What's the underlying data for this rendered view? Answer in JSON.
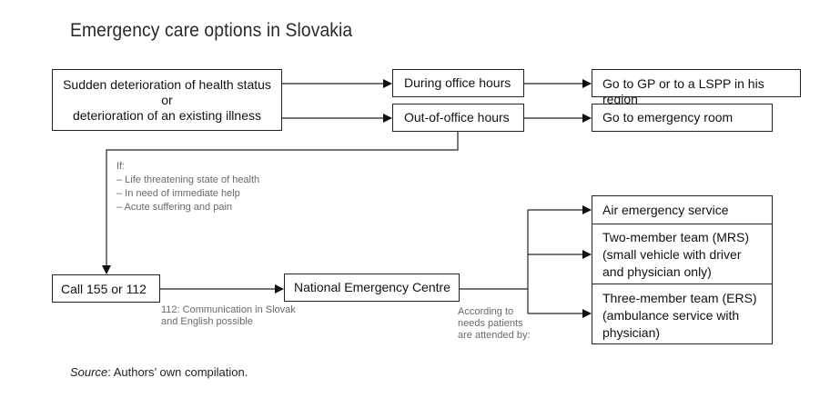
{
  "title": "Emergency care options in Slovakia",
  "boxes": {
    "deterioration": {
      "line1": "Sudden deterioration of health status",
      "line2": "or",
      "line3": "deterioration of an existing illness"
    },
    "office_hours": "During office hours",
    "out_of_office": "Out-of-office hours",
    "gp": "Go to GP or to a LSPP in his region",
    "emergency_room": "Go to emergency room",
    "call": "Call 155 or 112",
    "nec": "National Emergency Centre",
    "air": "Air emergency service",
    "mrs": {
      "line1": "Two-member team (MRS)",
      "line2": "(small vehicle with driver",
      "line3": "and physician only)"
    },
    "ers": {
      "line1": "Three-member team (ERS)",
      "line2": "(ambulance service with",
      "line3": "physician)"
    }
  },
  "if_note": {
    "heading": "If:",
    "items": [
      "–  Life threatening state of health",
      "–  In need of immediate help",
      "–  Acute suffering and pain"
    ]
  },
  "comm_note": {
    "line1": "112: Communication in Slovak",
    "line2": "and English possible"
  },
  "needs_note": {
    "line1": "According to",
    "line2": "needs patients",
    "line3": "are attended by:"
  },
  "source": {
    "label": "Source",
    "text": ": Authors’ own compilation."
  }
}
